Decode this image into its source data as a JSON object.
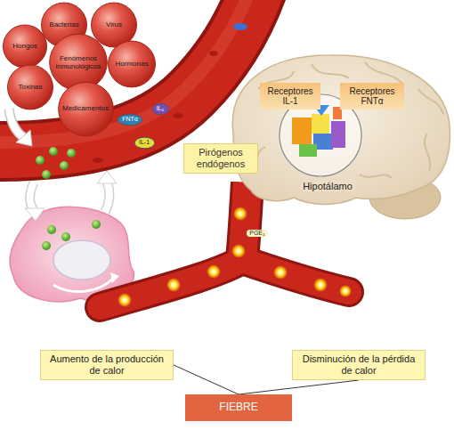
{
  "diagram": {
    "nodes": [
      {
        "text": [
          "Bacterias"
        ]
      },
      {
        "text": [
          "Virus"
        ]
      },
      {
        "text": [
          "Hongos"
        ]
      },
      {
        "text": [
          "Fenómenos inmunológicos"
        ]
      },
      {
        "text": [
          "Hormonas"
        ]
      },
      {
        "text": [
          "Toxinas"
        ]
      },
      {
        "text": [
          "Medicamentos"
        ]
      },
      {
        "text": [
          "FNTα"
        ]
      },
      {
        "text": [
          "IL₆"
        ]
      },
      {
        "text": [
          "IL-1"
        ]
      },
      {
        "text": [
          "Pirógenos endógenos"
        ]
      },
      {
        "text": [
          "Receptores IL-1"
        ]
      },
      {
        "text": [
          "Receptores FNTα"
        ]
      },
      {
        "text": [
          "Aumento de la producción de calor"
        ]
      },
      {
        "text": [
          "Disminución de la pérdida de calor"
        ]
      },
      {
        "text": [
          "FIEBRE"
        ]
      }
    ],
    "edges": [
      {
        "from": 13,
        "to": 15,
        "arrow": "none"
      },
      {
        "from": 14,
        "to": 15,
        "arrow": "none"
      }
    ],
    "labels": [
      "Hipotálamo",
      "PGE₂"
    ]
  }
}
